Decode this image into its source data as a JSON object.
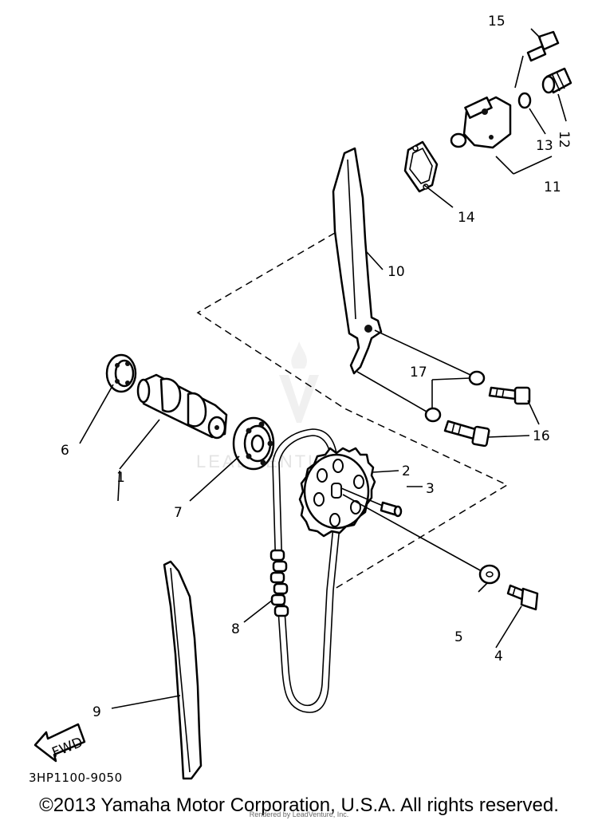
{
  "diagram": {
    "code": "3HP1100-9050",
    "fwd_label": "FWD",
    "watermark": "LEADVENTURE",
    "callouts": [
      {
        "id": "1",
        "label": "1"
      },
      {
        "id": "2",
        "label": "2"
      },
      {
        "id": "3",
        "label": "3"
      },
      {
        "id": "4",
        "label": "4"
      },
      {
        "id": "5",
        "label": "5"
      },
      {
        "id": "6",
        "label": "6"
      },
      {
        "id": "7",
        "label": "7"
      },
      {
        "id": "8",
        "label": "8"
      },
      {
        "id": "9",
        "label": "9"
      },
      {
        "id": "10",
        "label": "10"
      },
      {
        "id": "11",
        "label": "11"
      },
      {
        "id": "12",
        "label": "12"
      },
      {
        "id": "13",
        "label": "13"
      },
      {
        "id": "14",
        "label": "14"
      },
      {
        "id": "15",
        "label": "15"
      },
      {
        "id": "16",
        "label": "16"
      },
      {
        "id": "17",
        "label": "17"
      }
    ]
  },
  "footer": {
    "copyright": "©2013 Yamaha Motor Corporation, U.S.A. All rights reserved.",
    "rendered_by": "Rendered by LeadVenture, Inc."
  }
}
